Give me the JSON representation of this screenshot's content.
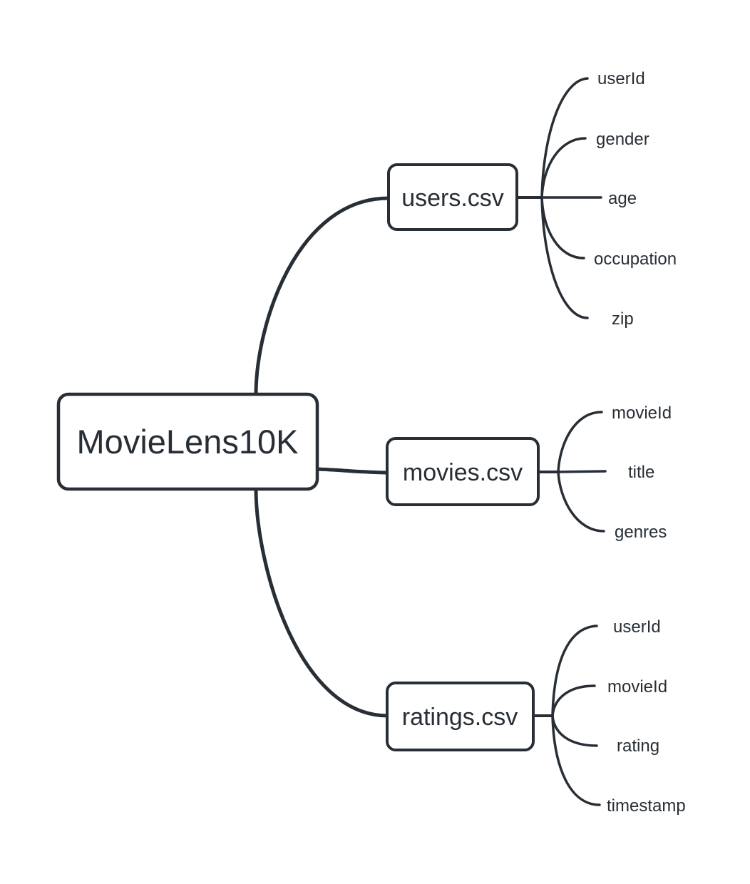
{
  "diagram": {
    "type": "mindmap",
    "root": {
      "label": "MovieLens10K"
    },
    "children": [
      {
        "label": "users.csv",
        "fields": [
          "userId",
          "gender",
          "age",
          "occupation",
          "zip"
        ]
      },
      {
        "label": "movies.csv",
        "fields": [
          "movieId",
          "title",
          "genres"
        ]
      },
      {
        "label": "ratings.csv",
        "fields": [
          "userId",
          "movieId",
          "rating",
          "timestamp"
        ]
      }
    ],
    "colors": {
      "stroke": "#272e35",
      "text": "#272e35",
      "node_fill": "#ffffff",
      "background": "#ffffff"
    }
  }
}
